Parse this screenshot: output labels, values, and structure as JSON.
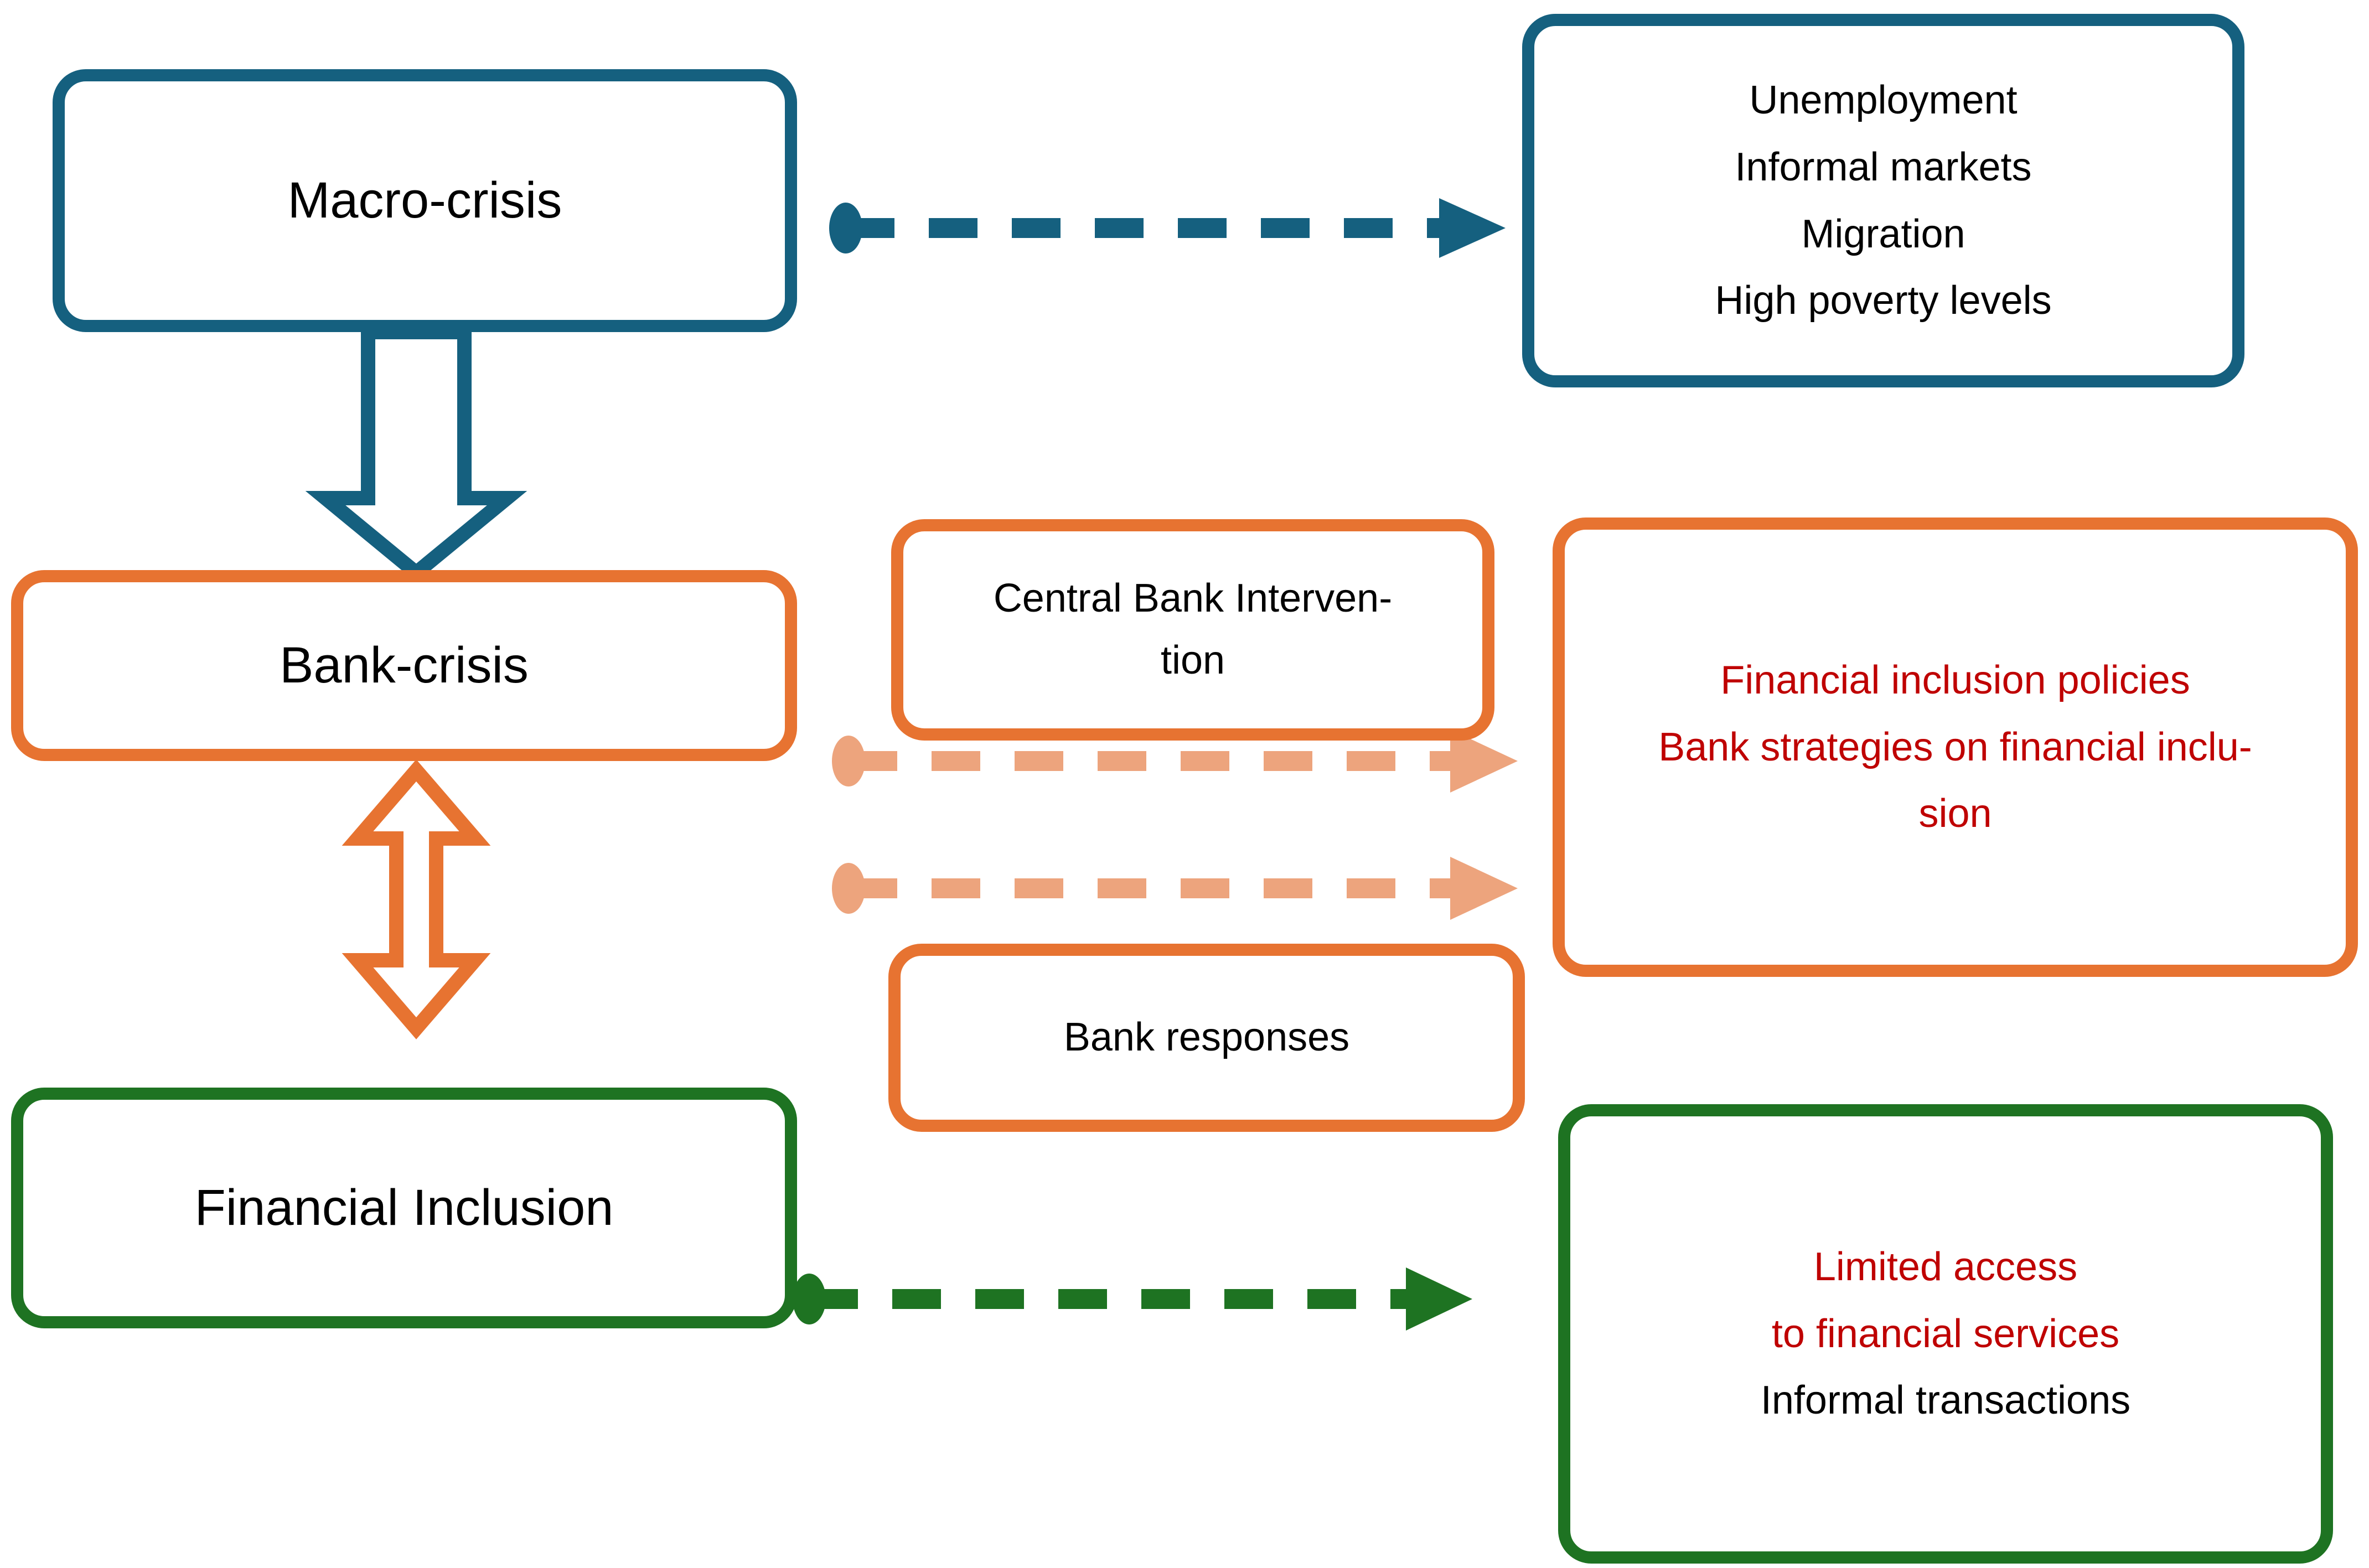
{
  "diagram": {
    "title": "Macro-crisis to Financial Inclusion framework",
    "colors": {
      "blue": "#15607f",
      "orange": "#e77331",
      "light_orange": "#eda47d",
      "green": "#1e7322",
      "red_text": "#bf0000",
      "black_text": "#000000",
      "background": "#ffffff"
    },
    "nodes": {
      "macro_crisis": {
        "label": "Macro-crisis",
        "color": "blue"
      },
      "bank_crisis": {
        "label": "Bank-crisis",
        "color": "orange"
      },
      "financial_inclusion": {
        "label": "Financial Inclusion",
        "color": "green"
      },
      "central_bank_intervention": {
        "label": "Central Bank Interven-\ntion",
        "line1": "Central Bank Interven-",
        "line2": "tion",
        "color": "orange"
      },
      "bank_responses": {
        "label": "Bank responses",
        "color": "orange"
      },
      "macro_outcomes": {
        "color": "blue",
        "items": [
          {
            "text": "Unemployment",
            "color": "black"
          },
          {
            "text": "Informal markets",
            "color": "black"
          },
          {
            "text": "Migration",
            "color": "black"
          },
          {
            "text": "High poverty levels",
            "color": "black"
          }
        ]
      },
      "inclusion_policies": {
        "color": "orange",
        "items": [
          {
            "text": "Financial inclusion policies",
            "color": "red"
          },
          {
            "text": "Bank strategies on financial inclu-",
            "color": "red"
          },
          {
            "text": "sion",
            "color": "red"
          }
        ]
      },
      "inclusion_outcomes": {
        "color": "green",
        "items": [
          {
            "text": "Limited access",
            "color": "red"
          },
          {
            "text": "to financial services",
            "color": "red"
          },
          {
            "text": "Informal transactions",
            "color": "black"
          }
        ]
      }
    },
    "connectors": [
      {
        "name": "macro-to-outcomes-dashed-arrow",
        "style": "dashed",
        "color": "#15607f",
        "from": "macro_crisis",
        "to": "macro_outcomes",
        "start_marker": "dot",
        "end_marker": "arrow"
      },
      {
        "name": "macro-to-bank-block-arrow",
        "style": "hollow-block",
        "color": "#15607f",
        "from": "macro_crisis",
        "to": "bank_crisis",
        "direction": "down"
      },
      {
        "name": "bank-to-inclusion-block-arrow",
        "style": "hollow-block-double",
        "color": "#e77331",
        "from": "bank_crisis",
        "to": "financial_inclusion",
        "direction": "both"
      },
      {
        "name": "central-bank-dashed-arrow",
        "style": "dashed",
        "color": "#eda47d",
        "from": "bank_crisis",
        "to": "inclusion_policies",
        "start_marker": "dot",
        "end_marker": "arrow"
      },
      {
        "name": "bank-responses-dashed-arrow",
        "style": "dashed",
        "color": "#eda47d",
        "from": "bank_responses",
        "to": "inclusion_policies",
        "start_marker": "dot",
        "end_marker": "arrow"
      },
      {
        "name": "inclusion-dashed-arrow",
        "style": "dashed",
        "color": "#1e7322",
        "from": "financial_inclusion",
        "to": "inclusion_outcomes",
        "start_marker": "dot",
        "end_marker": "arrow"
      }
    ]
  }
}
